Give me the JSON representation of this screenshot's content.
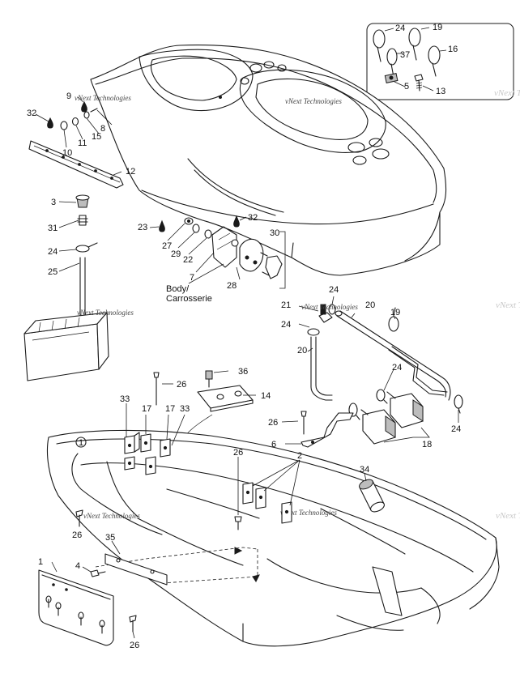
{
  "watermark": "vNext Technologies",
  "body_label_line1": "Body/",
  "body_label_line2": "Carrosserie",
  "callouts": {
    "c1": "1",
    "c2": "2",
    "c3": "3",
    "c4": "4",
    "c5": "5",
    "c6": "6",
    "c7": "7",
    "c8": "8",
    "c9": "9",
    "c10": "10",
    "c11": "11",
    "c12": "12",
    "c13": "13",
    "c14": "14",
    "c15": "15",
    "c16": "16",
    "c17": "17",
    "c18": "18",
    "c19": "19",
    "c20": "20",
    "c21": "21",
    "c22": "22",
    "c23": "23",
    "c24": "24",
    "c25": "25",
    "c26": "26",
    "c27": "27",
    "c28": "28",
    "c29": "29",
    "c30": "30",
    "c31": "31",
    "c32": "32",
    "c33": "33",
    "c34": "34",
    "c35": "35",
    "c36": "36",
    "c37": "37"
  }
}
